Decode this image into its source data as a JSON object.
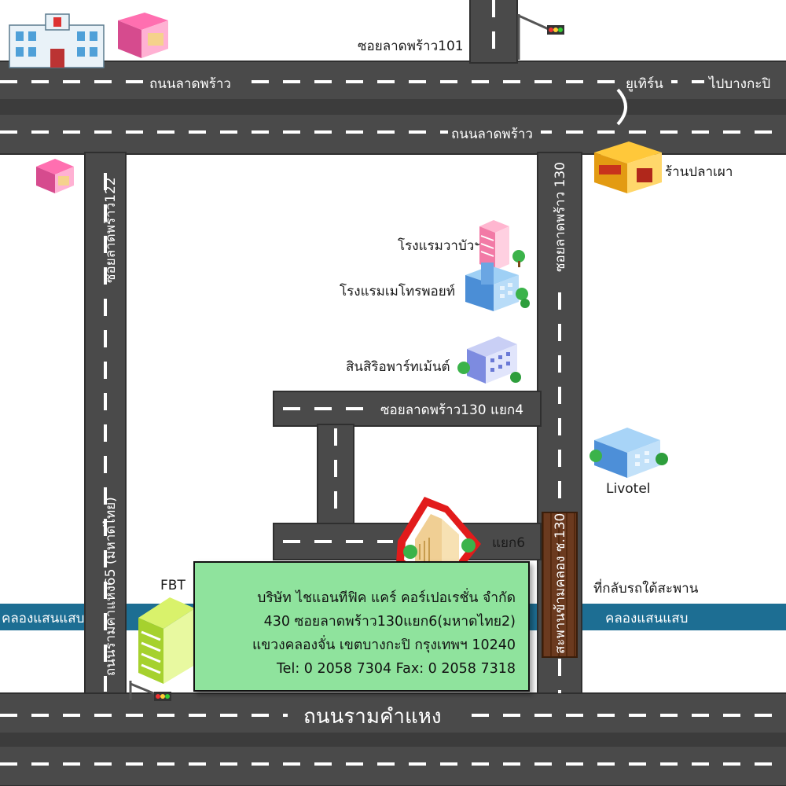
{
  "roads": {
    "lat_phrao_top": "ถนนลาดพร้าว",
    "lat_phrao_bottom": "ถนนลาดพร้าว",
    "soi_101": "ซอยลาดพร้าว101",
    "u_turn": "ยูเทิร์น",
    "to_bang_kapi": "ไปบางกะปิ",
    "soi_122": "ซอยลาดพร้าว122",
    "soi_130": "ซอยลาดพร้าว 130",
    "soi_130_yaek4": "ซอยลาดพร้าว130 แยก4",
    "yaek6": "แยก6",
    "ram_soi65": "ถนนรามคำแหง65 (มหาดไทย)",
    "ramkhamhaeng": "ถนนรามคำแหง",
    "bridge": "สะพานข้ามคลอง ซ.130"
  },
  "canal": {
    "left": "คลองแสนแสบ",
    "right": "คลองแสนแสบ"
  },
  "places": {
    "grilled_fish": "ร้านปลาเผา",
    "hotel_wabua": "โรงแรมวาบัวฯ",
    "hotel_metro": "โรงแรมเมโทรพอยท์",
    "sinsiri": "สินสิริอพาร์ทเม้นต์",
    "livotel": "Livotel",
    "fbt": "FBT",
    "u_turn_under_bridge": "ที่กลับรถใต้สะพาน"
  },
  "company": {
    "name": "บริษัท ไชแอนทีฟิค แคร์ คอร์เปอเรชั่น จำกัด",
    "address1": "430 ซอยลาดพร้าว130แยก6(มหาดไทย2)",
    "address2": "แขวงคลองจั่น เขตบางกะปิ กรุงเทพฯ 10240",
    "contact": "Tel: 0 2058 7304  Fax: 0 2058 7318"
  },
  "colors": {
    "road": "#4a4a4a",
    "road_edge": "#333333",
    "canal": "#1d6e93",
    "info_box": "#8fe39d",
    "bridge": "#6b3a1f",
    "target_highlight": "#e21b1b"
  },
  "icons": [
    "hospital-icon",
    "shop-icon",
    "traffic-light-icon",
    "hotel-icon",
    "apartment-icon",
    "office-building-icon",
    "target-building-icon",
    "tree-icon"
  ]
}
